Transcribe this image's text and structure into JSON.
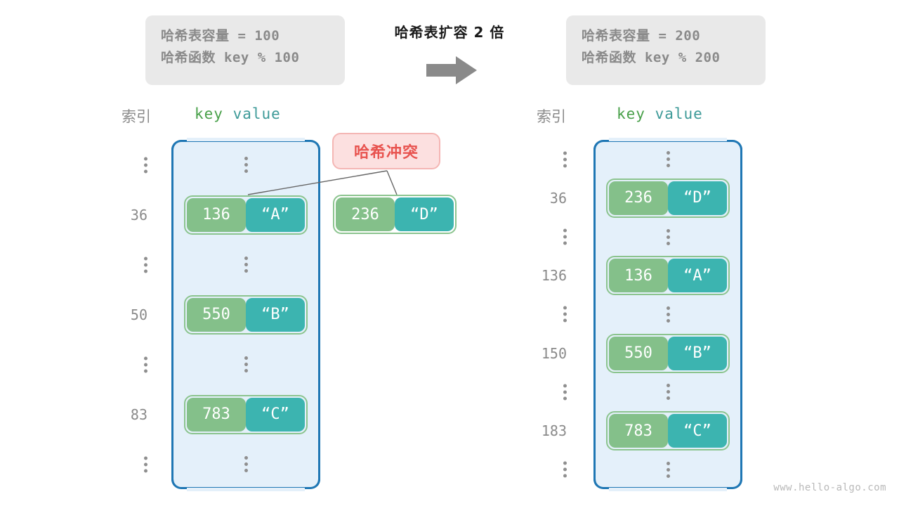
{
  "header": {
    "left_box": {
      "line1_label": "哈希表容量",
      "line1_value": " = 100",
      "line2_label": "哈希函数",
      "line2_value": " key % 100"
    },
    "right_box": {
      "line1_label": "哈希表容量",
      "line1_value": " = 200",
      "line2_label": "哈希函数",
      "line2_value": " key % 200"
    },
    "center_caption": "哈希表扩容 2 倍",
    "arrow_icon": "arrow-right-icon"
  },
  "left_table": {
    "index_header": "索引",
    "key_header": "key",
    "value_header": "value",
    "rows": [
      {
        "index": "⋮",
        "type": "ellipsis"
      },
      {
        "index": "36",
        "type": "entry",
        "key": "136",
        "value": "“A”"
      },
      {
        "index": "⋮",
        "type": "ellipsis"
      },
      {
        "index": "50",
        "type": "entry",
        "key": "550",
        "value": "“B”"
      },
      {
        "index": "⋮",
        "type": "ellipsis"
      },
      {
        "index": "83",
        "type": "entry",
        "key": "783",
        "value": "“C”"
      },
      {
        "index": "⋮",
        "type": "ellipsis"
      }
    ]
  },
  "right_table": {
    "index_header": "索引",
    "key_header": "key",
    "value_header": "value",
    "rows": [
      {
        "index": "⋮",
        "type": "ellipsis"
      },
      {
        "index": "36",
        "type": "entry",
        "key": "236",
        "value": "“D”"
      },
      {
        "index": "⋮",
        "type": "ellipsis"
      },
      {
        "index": "136",
        "type": "entry",
        "key": "136",
        "value": "“A”"
      },
      {
        "index": "⋮",
        "type": "ellipsis"
      },
      {
        "index": "150",
        "type": "entry",
        "key": "550",
        "value": "“B”"
      },
      {
        "index": "⋮",
        "type": "ellipsis"
      },
      {
        "index": "183",
        "type": "entry",
        "key": "783",
        "value": "“C”"
      },
      {
        "index": "⋮",
        "type": "ellipsis"
      }
    ]
  },
  "collision": {
    "label": "哈希冲突",
    "floating_entry": {
      "key": "236",
      "value": "“D”"
    }
  },
  "watermark": "www.hello-algo.com",
  "colors": {
    "table_border": "#1f77b4",
    "table_fill": "#e4f0fa",
    "key_cell": "#84c08a",
    "value_cell": "#3cb4b0",
    "entry_border": "#8bc48e",
    "key_header_text": "#49a04a",
    "value_header_text": "#3d9a98",
    "index_text": "#8a8a8a",
    "info_box_bg": "#e9e9e9",
    "info_box_text": "#8a8a8a",
    "collision_bg": "#fce0e0",
    "collision_border": "#f4b6b4",
    "collision_text": "#e8534f",
    "arrow": "#8a8a8a",
    "watermark_text": "#b9b9b9"
  }
}
